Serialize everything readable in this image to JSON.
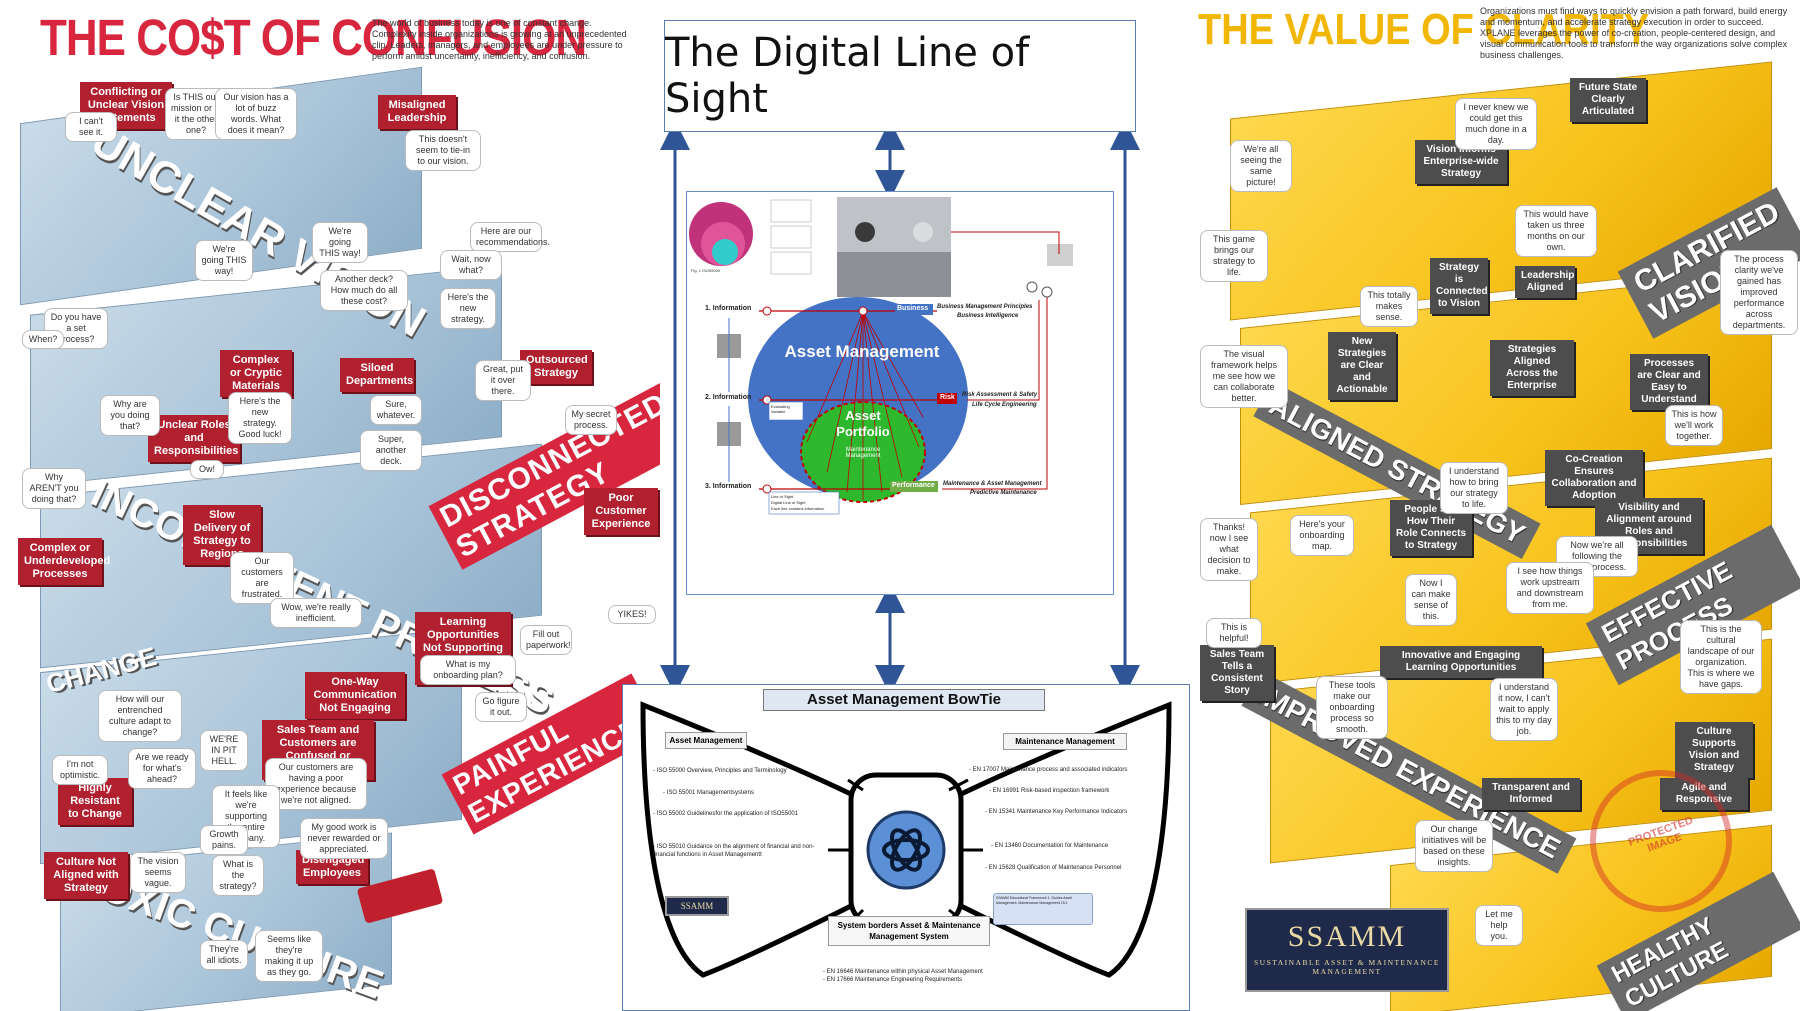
{
  "left": {
    "title": "THE CO$T OF CONFUSION",
    "intro": "The world of business today is one of constant change. Complexity inside organizations is growing at an unprecedented clip. Leaders, managers, and employees are under pressure to perform amidst uncertainty, inefficiency, and confusion.",
    "big_words": [
      "UNCLEAR VISION",
      "DISCONNECTED STRATEGY",
      "INCONSISTENT PROCESS",
      "PAINFUL EXPERIENCE",
      "TOXIC CULTURE",
      "CHANGE"
    ],
    "tags": [
      "Conflicting or Unclear Vision Statements",
      "Misaligned Leadership",
      "Complex or Cryptic Materials",
      "Siloed Departments",
      "Outsourced Strategy",
      "Unclear Roles and Responsibilities",
      "Slow Delivery of Strategy to Regions",
      "Complex or Underdeveloped Processes",
      "Poor Customer Experience",
      "Learning Opportunities Not Supporting Organizational Needs",
      "One-Way Communication Not Engaging",
      "Sales Team and Customers are Confused or Uninspired",
      "Highly Resistant to Change",
      "Culture Not Aligned with Strategy",
      "Disengaged Employees"
    ],
    "bubbles": [
      "Is THIS our mission or is it the other one?",
      "Our vision has a lot of buzz words. What does it mean?",
      "I can't see it.",
      "This doesn't seem to tie-in to our vision.",
      "We're going THIS way!",
      "We're going THIS way!",
      "Here are our recommendations.",
      "Another deck? How much do all these cost?",
      "Wait, now what?",
      "Here's the new strategy.",
      "Here's the new strategy. Good luck!",
      "Great, put it over there.",
      "Sure, whatever.",
      "Super, another deck.",
      "My secret process.",
      "Do you have a set process?",
      "When?",
      "Why are you doing that?",
      "Why AREN'T you doing that?",
      "Ow!",
      "Our customers are frustrated.",
      "Wow, we're really inefficient.",
      "Fill out paperwork!",
      "What is my onboarding plan?",
      "Go figure it out.",
      "YIKES!",
      "How will our entrenched culture adapt to change?",
      "Are we ready for what's ahead?",
      "I'm not optimistic.",
      "WE'RE IN PIT HELL.",
      "Our customers are having a poor experience because we're not aligned.",
      "It feels like we're supporting the entire company.",
      "Growth pains.",
      "The vision seems vague.",
      "What is the strategy?",
      "My good work is never rewarded or appreciated.",
      "They're all idiots.",
      "Seems like they're making it up as they go."
    ]
  },
  "center": {
    "title": "The Digital Line of Sight",
    "diagram": {
      "center_circle": "Asset Management",
      "inner_circle": "Asset Portfolio",
      "inner_sub": "Maintenance Management",
      "info_rows": [
        "1. Information",
        "2. Information",
        "3. Information"
      ],
      "badges": {
        "business": "Business",
        "risk": "Risk",
        "performance": "Performance"
      },
      "notes": {
        "business": [
          "Business Management Principles",
          "Business Intelligence"
        ],
        "risk": [
          "Risk Assessment & Safety",
          "Life Cycle Engineering"
        ],
        "performance": [
          "Maintenance & Asset Management",
          "Predictive Maintenance"
        ]
      },
      "evaluating": "Evaluating Variable",
      "legend": [
        "Line of Sight",
        "Digital Line of Sight",
        "Each line contains information"
      ],
      "fig_label": "Fig. 1 ISO55000"
    },
    "bowtie": {
      "title": "Asset Management BowTie",
      "left_header": "Asset Management",
      "right_header": "Maintenance Management",
      "left_items": [
        "- ISO 55000 Overview, Principles and Terminology",
        "- ISO 55001 Managementsystems",
        "- ISO 55002 Guidelinesfor the application of ISO55001",
        "- ISO 55010 Guidance on the alignment of financial and non-financial functions in Asset Managementt"
      ],
      "right_items": [
        "- EN 17007 Maintenance process and associated indicators",
        "- EN 16991 Risk-based inspection framework",
        "- EN 15341 Maintenance Key Performance Indicators",
        "- EN 13460 Documentation for Maintenance",
        "- EN 15628 Qualification of Maintenance Personnel"
      ],
      "bottom_header": "System borders Asset & Maintenance Management System",
      "bottom_items": [
        "- EN 16646 Maintenance within physical Asset Management",
        "- EN 17666 Maintenance Engineering Requirements"
      ],
      "small_logo": "SSAMM",
      "note_box": "SSAMM Educational Framework 1. Guides Asset Management, Maintenance Management 15.1"
    }
  },
  "right": {
    "title": "THE VALUE OF CLARITY",
    "intro": "Organizations must find ways to quickly envision a path forward, build energy and momentum, and accelerate strategy execution in order to succeed. XPLANE leverages the power of co-creation, people-centered design, and visual communication tools to transform the way organizations solve complex business challenges.",
    "big_words": [
      "CLARIFIED VISION",
      "ALIGNED STRATEGY",
      "EFFECTIVE PROCESS",
      "IMPROVED EXPERIENCE",
      "HEALTHY CULTURE"
    ],
    "tags": [
      "Future State Clearly Articulated",
      "Vision Informs Enterprise-wide Strategy",
      "Strategy is Connected to Vision",
      "Leadership Aligned",
      "New Strategies are Clear and Actionable",
      "Strategies Aligned Across the Enterprise",
      "Processes are Clear and Easy to Understand",
      "Co-Creation Ensures Collaboration and Adoption",
      "People See How Their Role Connects to Strategy",
      "Visibility and Alignment around Roles and Responsibilities",
      "Innovative and Engaging Learning Opportunities",
      "Sales Team Tells a Consistent Story",
      "Culture Supports Vision and Strategy",
      "Transparent and Informed",
      "Agile and Responsive"
    ],
    "bubbles": [
      "I never knew we could get this much done in a day.",
      "We're all seeing the same picture!",
      "This would have taken us three months on our own.",
      "This game brings our strategy to life.",
      "This totally makes sense.",
      "The process clarity we've gained has improved performance across departments.",
      "The visual framework helps me see how we can collaborate better.",
      "This is how we'll work together.",
      "I understand how to bring our strategy to life.",
      "Here's your onboarding map.",
      "Thanks! now I see what decision to make.",
      "Now we're all following the same process.",
      "Now I can make sense of this.",
      "I see how things work upstream and downstream from me.",
      "This is helpful!",
      "This is the cultural landscape of our organization. This is where we have gaps.",
      "These tools make our onboarding process so smooth.",
      "I understand it now, I can't wait to apply this to my day job.",
      "Our change initiatives will be based on these insights.",
      "Let me help you."
    ],
    "logo": {
      "name": "SSAMM",
      "tagline": "SUSTAINABLE ASSET & MAINTENANCE MANAGEMENT"
    },
    "stamp": "PROTECTED IMAGE"
  },
  "colors": {
    "left_red": "#d7263d",
    "right_yellow": "#f2b705",
    "arrow_blue": "#2f5597",
    "circle_blue": "#4472c4",
    "circle_green": "#2eb82e"
  }
}
